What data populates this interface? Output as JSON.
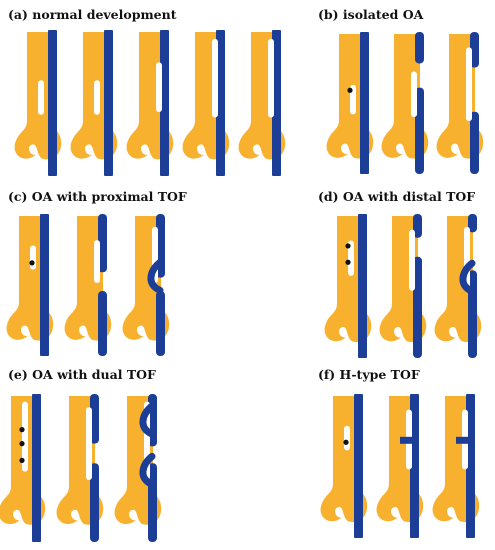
{
  "colors": {
    "esophagus": "#F8B12F",
    "trachea": "#1D3E96",
    "fistula_dot": "#111111",
    "background": "#FFFFFF"
  },
  "panels": [
    {
      "id": "a",
      "caption": "(a) normal development",
      "variants": [
        "partial-split",
        "partial-split",
        "midgut-notch",
        "full-split",
        "full-split"
      ]
    },
    {
      "id": "b",
      "caption": "(b) isolated OA",
      "variants": [
        "atresia-dot",
        "atresia-gap",
        "atresia-wide"
      ]
    },
    {
      "id": "c",
      "caption": "(c) OA with proximal TOF",
      "variants": [
        "prox-dot",
        "prox-cut",
        "prox-hook"
      ]
    },
    {
      "id": "d",
      "caption": "(d) OA with distal TOF",
      "variants": [
        "distal-dots",
        "distal-cut",
        "distal-hook"
      ]
    },
    {
      "id": "e",
      "caption": "(e) OA with dual TOF",
      "variants": [
        "dual-chain",
        "dual-cut",
        "dual-hook"
      ]
    },
    {
      "id": "f",
      "caption": "(f) H-type TOF",
      "variants": [
        "h-dot",
        "h-bridge",
        "h-bridge"
      ]
    }
  ]
}
